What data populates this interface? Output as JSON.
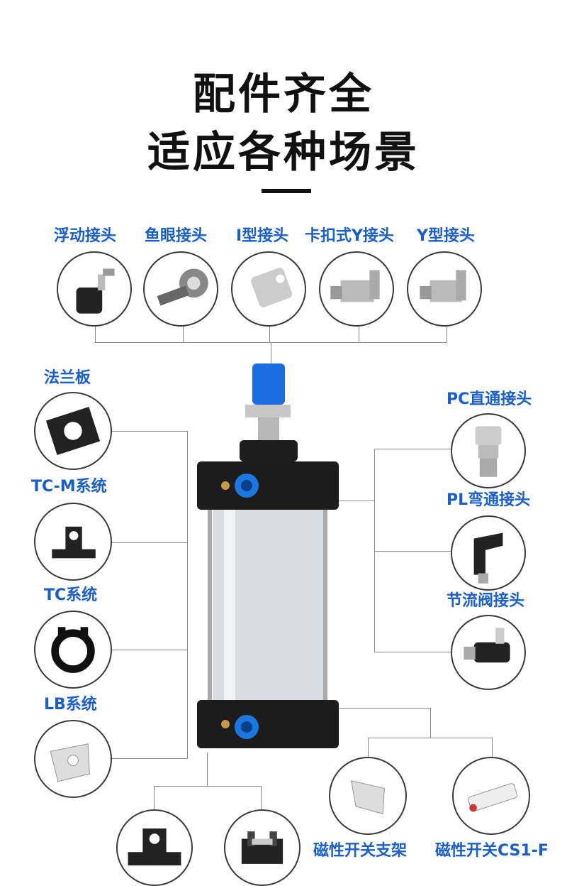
{
  "heading": {
    "line1": "配件齐全",
    "line2": "适应各种场景"
  },
  "top_accessories": [
    "浮动接头",
    "鱼眼接头",
    "I型接头",
    "卡扣式Y接头",
    "Y型接头"
  ],
  "left_accessories": [
    "法兰板",
    "TC-M系统",
    "TC系统",
    "LB系统"
  ],
  "right_accessories": [
    "PC直通接头",
    "PL弯通接头",
    "节流阀接头"
  ],
  "bottom_accessories": [
    "磁性开关支架",
    "磁性开关CS1-F"
  ],
  "colors": {
    "label": "#1a5fc9",
    "line": "#888888",
    "cylinder_body": "#d9dde2",
    "port_blue": "#1a78e0"
  }
}
